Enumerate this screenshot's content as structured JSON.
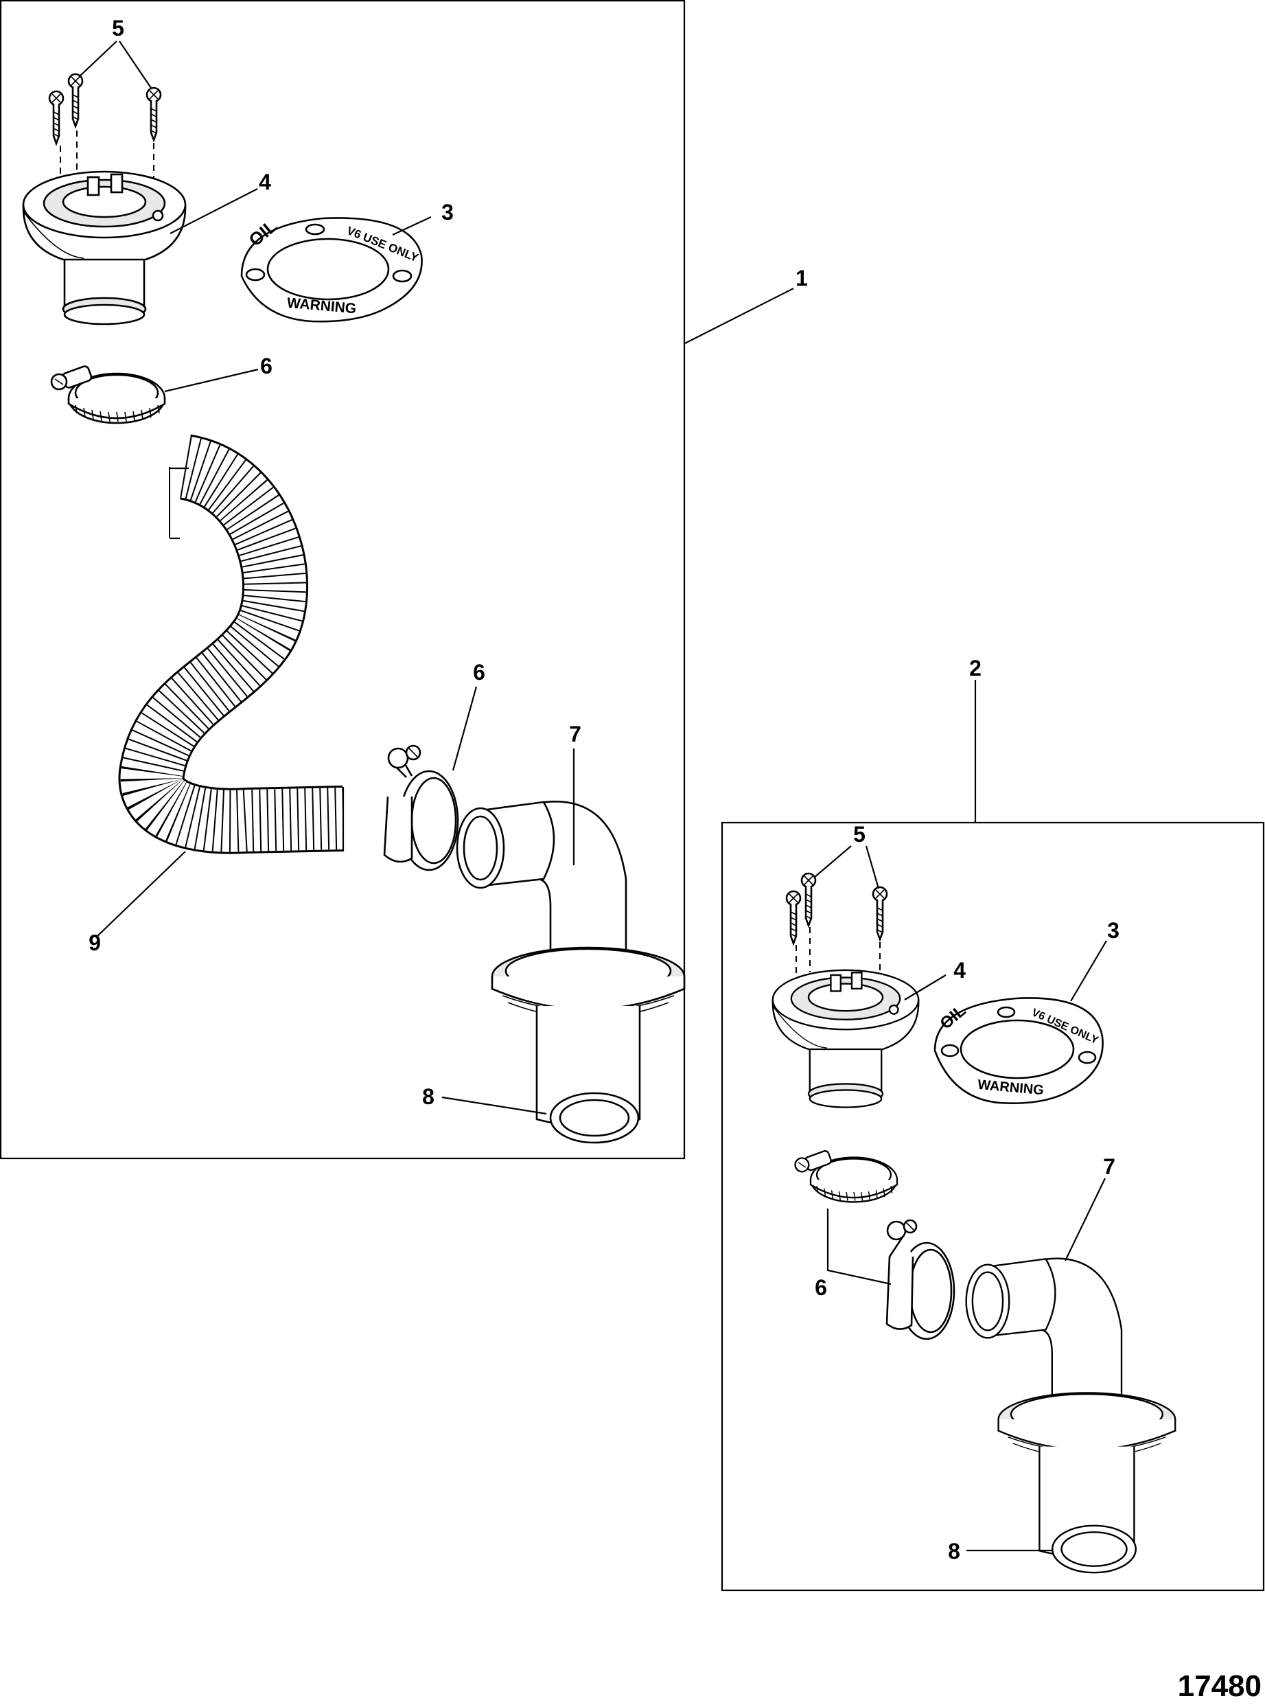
{
  "figure": {
    "number": "17480"
  },
  "kit_left": {
    "kit_callout": "1",
    "callouts": {
      "screws": "5",
      "fill_cap": "4",
      "decal": "3",
      "clamp_upper": "6",
      "clamp_lower": "6",
      "hose": "9",
      "elbow": "7",
      "washer": "8"
    }
  },
  "kit_right": {
    "kit_callout": "2",
    "callouts": {
      "screws": "5",
      "fill_cap": "4",
      "decal": "3",
      "clamps": "6",
      "elbow": "7",
      "washer": "8"
    }
  },
  "decal_text": {
    "oil": "OIL",
    "v6": "V6 USE ONLY",
    "warning": "WARNING"
  }
}
